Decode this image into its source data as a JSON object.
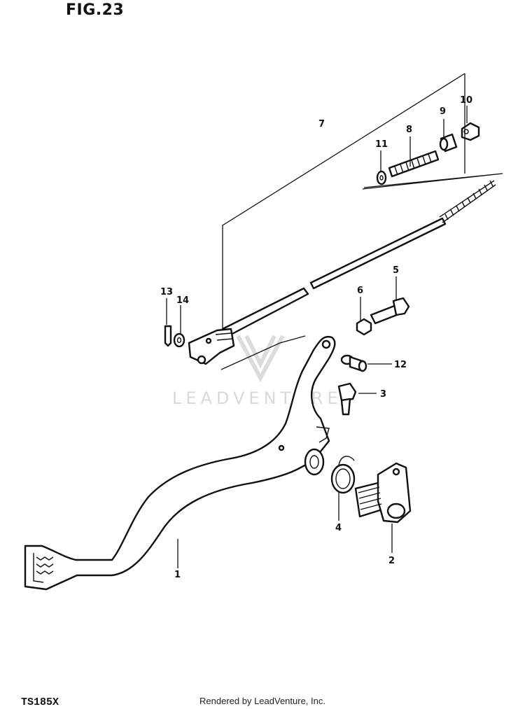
{
  "figure": {
    "title": "FIG.23",
    "model_code": "TS185X"
  },
  "footer": {
    "credit": "Rendered by LeadVenture, Inc."
  },
  "watermark": {
    "text": "LEADVENTURE"
  },
  "callouts": [
    "1",
    "2",
    "3",
    "4",
    "5",
    "6",
    "7",
    "8",
    "9",
    "10",
    "11",
    "12",
    "13",
    "14"
  ]
}
